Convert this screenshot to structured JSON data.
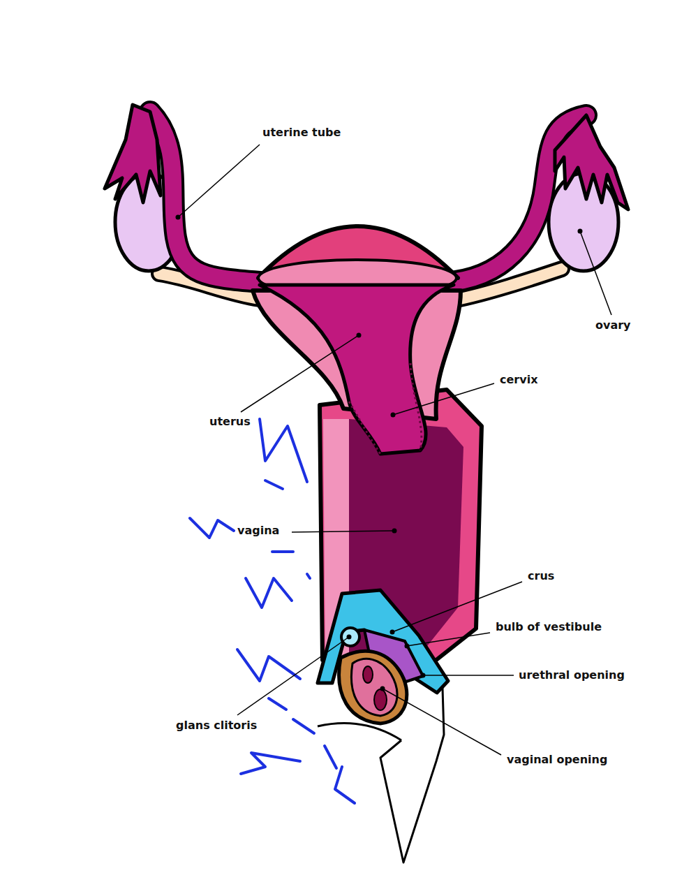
{
  "diagram": {
    "labels": [
      "uterine tube",
      "ovary",
      "cervix",
      "uterus",
      "vagina",
      "crus",
      "bulb of vestibule",
      "urethral opening",
      "glans clitoris",
      "vaginal opening"
    ]
  }
}
